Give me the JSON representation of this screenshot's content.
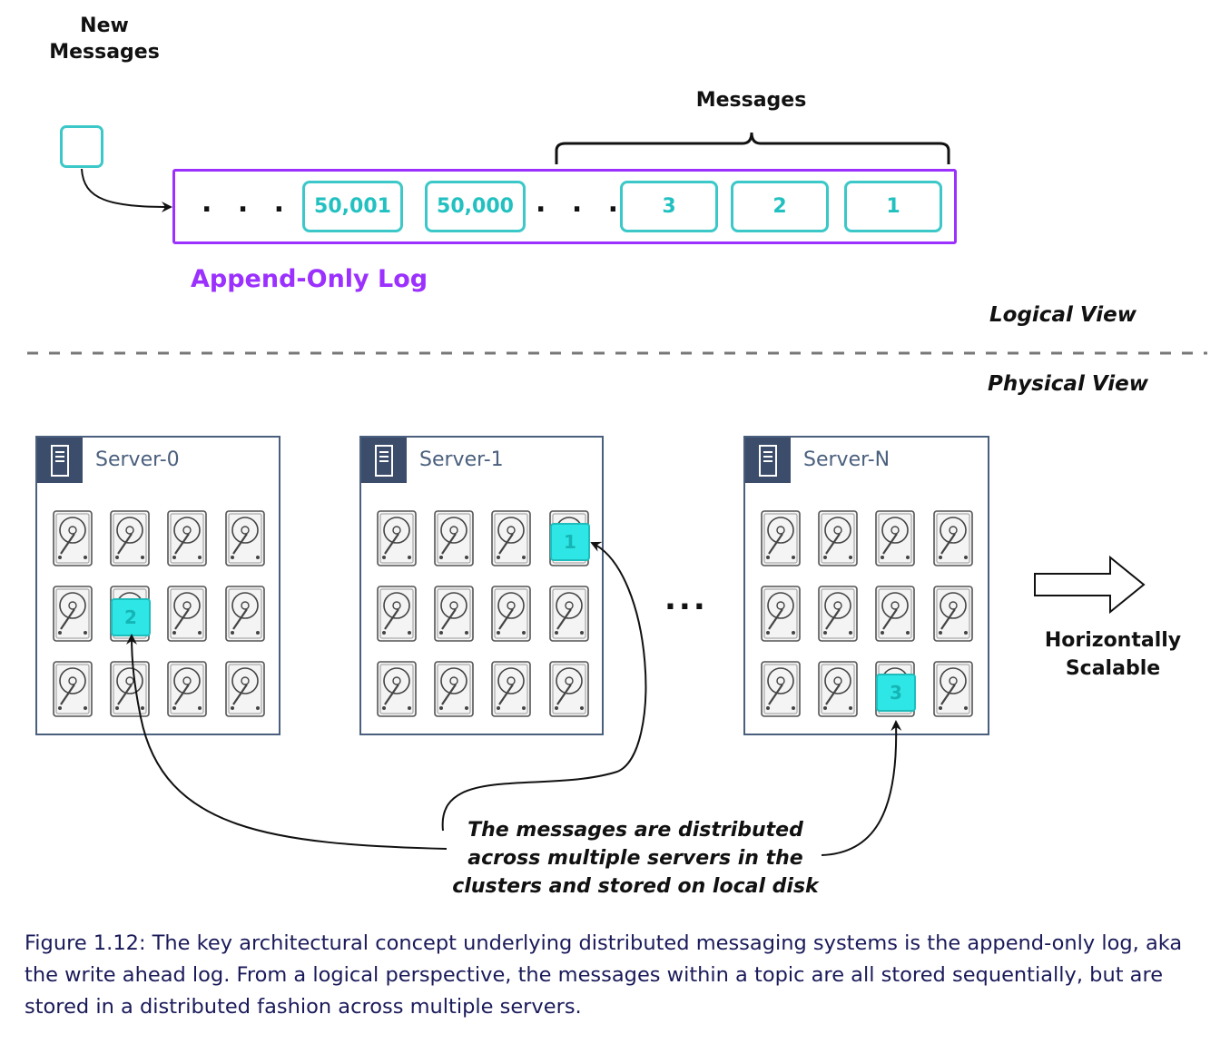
{
  "header": {
    "new_messages": "New\nMessages",
    "messages": "Messages"
  },
  "log": {
    "label": "Append-Only Log",
    "entries": [
      "50,001",
      "50,000",
      "3",
      "2",
      "1"
    ],
    "ellipsis": ". . ."
  },
  "views": {
    "logical": "Logical View",
    "physical": "Physical View"
  },
  "servers": [
    {
      "name": "Server-0",
      "message_disk": {
        "label": "2",
        "row": 1,
        "col": 1
      }
    },
    {
      "name": "Server-1",
      "message_disk": {
        "label": "1",
        "row": 0,
        "col": 3
      }
    },
    {
      "name": "Server-N",
      "message_disk": {
        "label": "3",
        "row": 2,
        "col": 2
      }
    }
  ],
  "server_ellipsis": "...",
  "scalable": "Horizontally\nScalable",
  "note": "The messages are distributed across multiple servers in the clusters and stored on local disk",
  "caption": "Figure 1.12: The key architectural concept underlying distributed messaging systems is the append-only log, aka the write ahead log. From a logical perspective, the messages within a topic are all stored sequentially, but are stored in a distributed fashion across multiple servers.",
  "colors": {
    "teal": "#3cc8c8",
    "purple": "#9b30ff",
    "server": "#4a5f7d"
  }
}
